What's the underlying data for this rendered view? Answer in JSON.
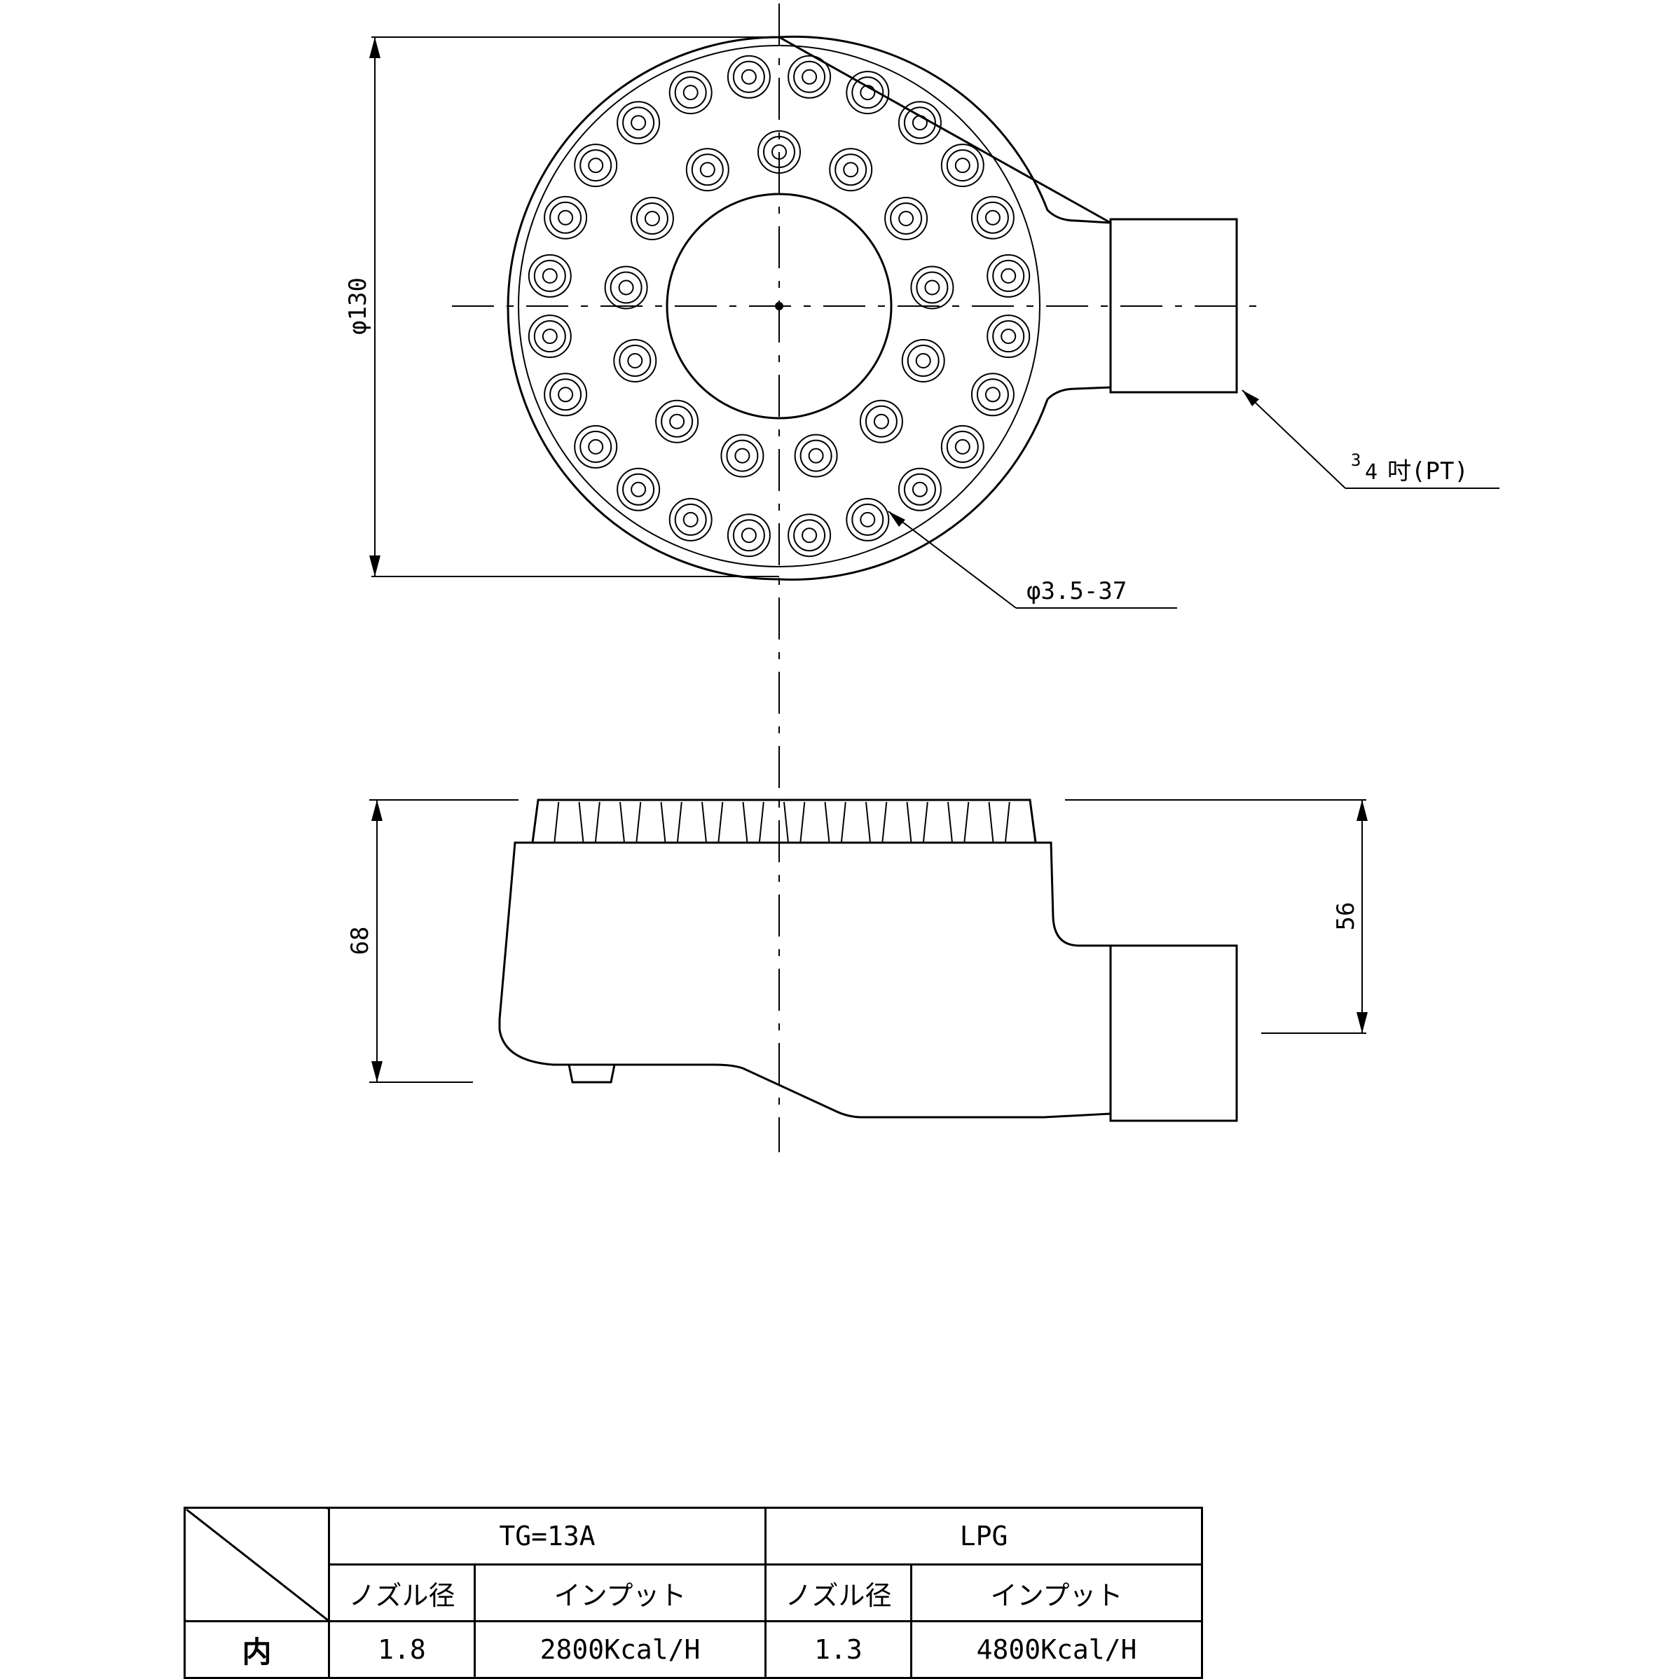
{
  "top_view": {
    "diameter_label": "φ130",
    "port_label_num": "3",
    "port_label_den": "4",
    "port_label_rest": "吋(PT)",
    "hole_label": "φ3.5-37"
  },
  "side_view": {
    "height_label": "68",
    "port_height_label": "56"
  },
  "table": {
    "groups": [
      "TG=13A",
      "LPG"
    ],
    "subheaders": [
      "ノズル径",
      "インプット",
      "ノズル径",
      "インプット"
    ],
    "rows": [
      {
        "label": "内",
        "cells": [
          "1.8",
          "2800Kcal/H",
          "1.3",
          "4800Kcal/H"
        ]
      }
    ]
  }
}
